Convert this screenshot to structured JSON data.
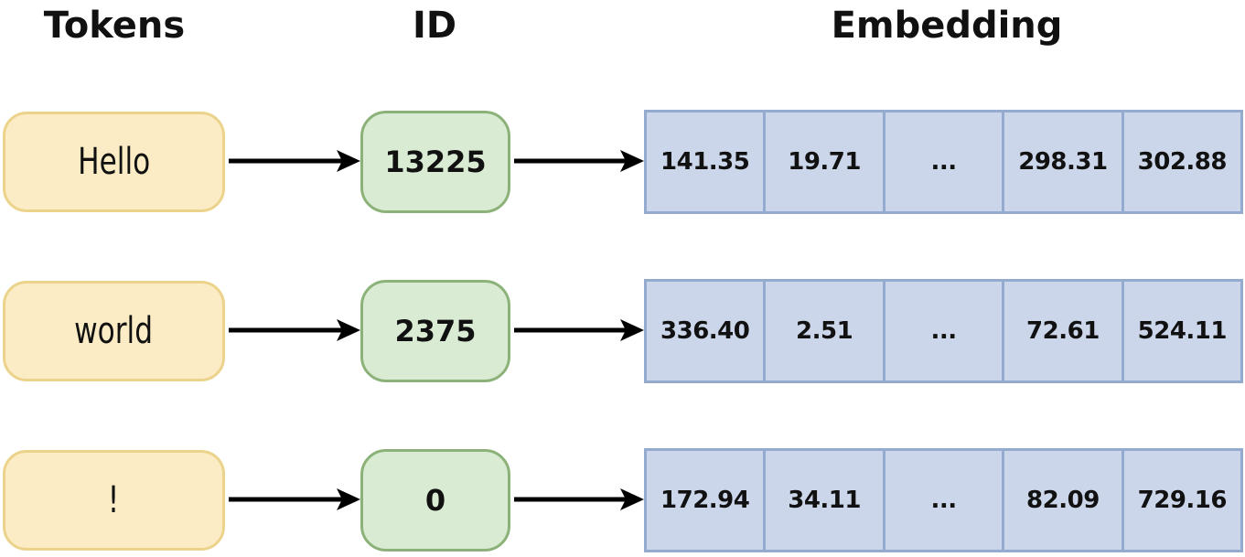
{
  "headers": {
    "tokens": "Tokens",
    "id": "ID",
    "embedding": "Embedding"
  },
  "rows": [
    {
      "token": "Hello",
      "id": "13225",
      "embedding": [
        "141.35",
        "19.71",
        "...",
        "298.31",
        "302.88"
      ]
    },
    {
      "token": "world",
      "id": "2375",
      "embedding": [
        "336.40",
        "2.51",
        "...",
        "72.61",
        "524.11"
      ]
    },
    {
      "token": "!",
      "id": "0",
      "embedding": [
        "172.94",
        "34.11",
        "...",
        "82.09",
        "729.16"
      ]
    }
  ],
  "colors": {
    "token_fill": "#fbecc5",
    "token_border": "#ecd38c",
    "id_fill": "#d9ecd3",
    "id_border": "#8cb27a",
    "embedding_fill": "#ccd6ea",
    "embedding_border": "#94abcf",
    "arrow": "#000000"
  }
}
